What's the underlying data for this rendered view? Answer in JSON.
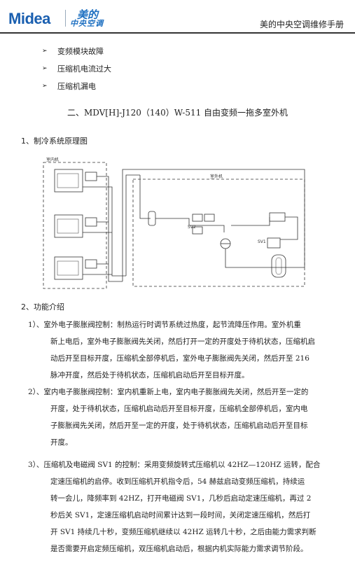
{
  "header": {
    "brand": "Midea",
    "logo_top": "美的",
    "logo_bottom": "中央空调",
    "manual_title": "美的中央空调维修手册"
  },
  "bullets": [
    "变频模块故障",
    "压缩机电流过大",
    "压缩机漏电"
  ],
  "section_title": "二、MDV[H]-J120（140）W-511 自由变频一拖多室外机",
  "sub1": "1、制冷系统原理图",
  "diagram": {
    "indoor_label": "室内机",
    "outdoor_label": "室外机",
    "sv2": "SV2",
    "sv1": "SV1"
  },
  "sub2": "2、功能介绍",
  "paragraphs": [
    [
      "1）、室外电子膨胀阀控制：制热运行时调节系统过热度，起节流降压作用。室外机重",
      "新上电后，室外电子膨胀阀先关闭，然后打开一定的开度处于待机状态，压缩机启",
      "动后开至目标开度，压缩机全部停机后，室外电子膨胀阀先关闭，然后开至 216",
      "脉冲开度，然后处于待机状态，压缩机启动后开至目标开度。"
    ],
    [
      "2）、室内电子膨胀阀控制：室内机重新上电，室内电子膨胀阀先关闭，然后开至一定的",
      "开度，处于待机状态，压缩机启动后开至目标开度，压缩机全部停机后，室内电",
      "子膨胀阀先关闭，然后开至一定的开度，处于待机状态，压缩机启动后开至目标",
      "开度。"
    ],
    [
      "3）、压缩机及电磁阀 SV1 的控制：采用变频旋转式压缩机以 42HZ—120HZ 运转，配合",
      "定速压缩机的启停。收到压缩机开机指令后，54 赫兹启动变频压缩机，持续运",
      "转一会儿，降频率到 42HZ，打开电磁阀 SV1，几秒后启动定速压缩机，再过 2",
      "秒后关 SV1，定速压缩机启动时间累计达到一段时间，关闭定速压缩机，然后打",
      "开 SV1 持续几十秒，变频压缩机继续以 42HZ 运转几十秒，之后由能力需求判断",
      "是否需要开启定频压缩机，双压缩机启动后，根据内机实际能力需求调节阶段。"
    ]
  ]
}
